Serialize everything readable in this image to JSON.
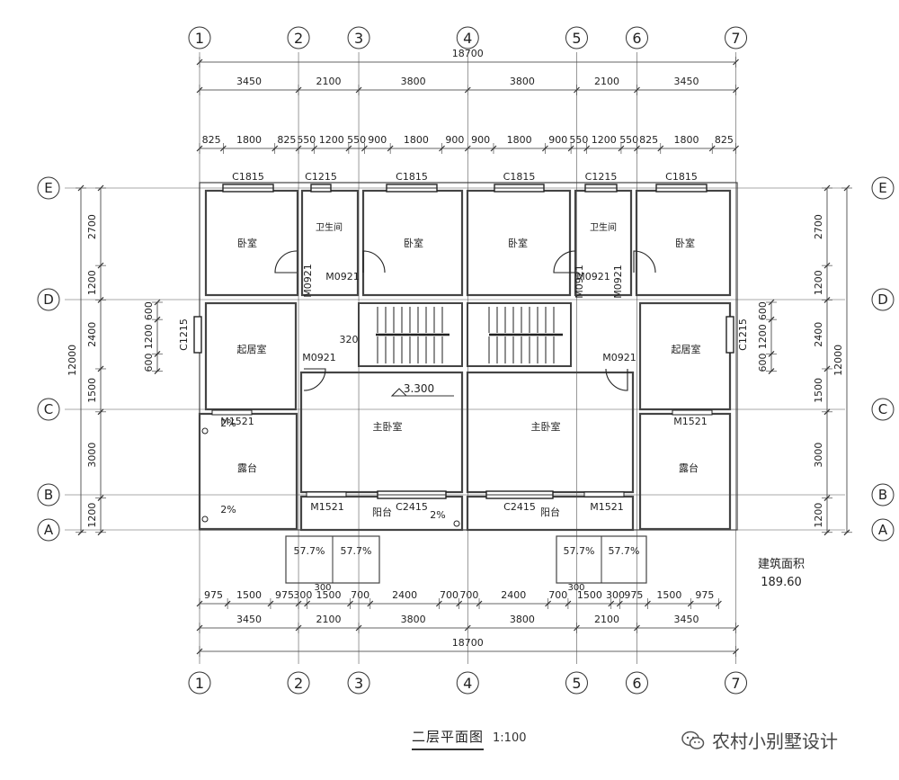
{
  "drawing": {
    "title": "二层平面图",
    "scale": "1:100",
    "area_label": "建筑面积",
    "area_value": "189.60",
    "watermark": "农村小别墅设计"
  },
  "axes": {
    "columns": [
      "1",
      "2",
      "3",
      "4",
      "5",
      "6",
      "7"
    ],
    "rows": [
      "E",
      "D",
      "C",
      "B",
      "A"
    ]
  },
  "dimensions": {
    "total_width": "18700",
    "total_depth": "12000",
    "top_bays": [
      "3450",
      "2100",
      "3800",
      "3800",
      "2100",
      "3450"
    ],
    "top_windows": [
      "825",
      "1800",
      "825",
      "550",
      "1200",
      "550",
      "900",
      "1800",
      "900",
      "900",
      "1800",
      "900",
      "550",
      "1200",
      "550",
      "825",
      "1800",
      "825"
    ],
    "bottom_detail": [
      "975",
      "1500",
      "975",
      "300",
      "1500",
      "700",
      "2400",
      "700",
      "700",
      "2400",
      "700",
      "1500",
      "300",
      "975",
      "1500",
      "975"
    ],
    "bottom_bays": [
      "3450",
      "2100",
      "3800",
      "3800",
      "2100",
      "3450"
    ],
    "side_rows": [
      "2700",
      "1200",
      "2400",
      "1500",
      "3000",
      "1200"
    ],
    "window_side": [
      "600",
      "1200",
      "600"
    ],
    "stair_offset": "320",
    "canopy_gap": "300"
  },
  "windows": {
    "top": [
      "C1815",
      "C1215",
      "C1815",
      "C1815",
      "C1215",
      "C1815"
    ],
    "side": "C1215",
    "balcony": "C2415"
  },
  "doors": {
    "bath": "M0921",
    "living": "M0921",
    "terrace": "M1521"
  },
  "rooms": {
    "bedroom": "卧室",
    "bathroom": "卫生间",
    "living": "起居室",
    "master": "主卧室",
    "terrace": "露台",
    "balcony": "阳台"
  },
  "annotations": {
    "elevation": "3.300",
    "slope": "2%",
    "canopy_slope": "57.7%"
  }
}
